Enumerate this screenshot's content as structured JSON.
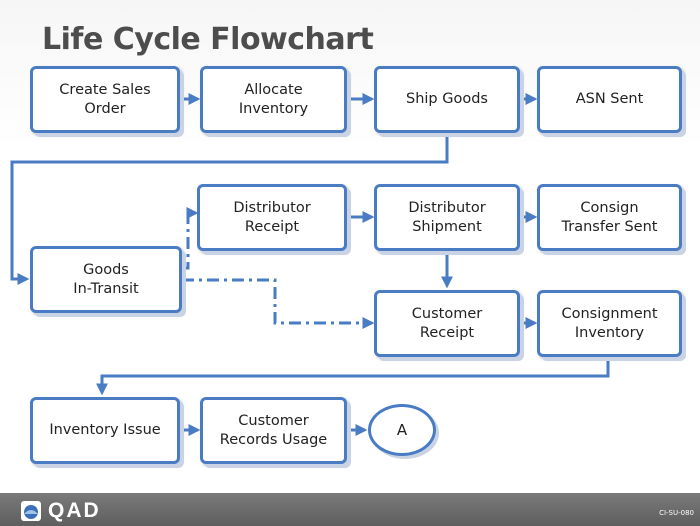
{
  "title": "Life Cycle Flowchart",
  "boxes": {
    "create_sales_order": "Create Sales\nOrder",
    "allocate_inventory": "Allocate\nInventory",
    "ship_goods": "Ship Goods",
    "asn_sent": "ASN Sent",
    "goods_in_transit": "Goods\nIn-Transit",
    "distributor_receipt": "Distributor\nReceipt",
    "distributor_shipment": "Distributor\nShipment",
    "consign_transfer_sent": "Consign\nTransfer Sent",
    "customer_receipt": "Customer\nReceipt",
    "consignment_inventory": "Consignment\nInventory",
    "inventory_issue": "Inventory Issue",
    "customer_records_usage": "Customer\nRecords Usage"
  },
  "connector_label": "A",
  "footer": {
    "logo_text": "QAD",
    "slide_code": "CI-SU-080"
  },
  "colors": {
    "box_border": "#4a7cc4",
    "arrow": "#4a7cc4",
    "footer": "#666666"
  }
}
